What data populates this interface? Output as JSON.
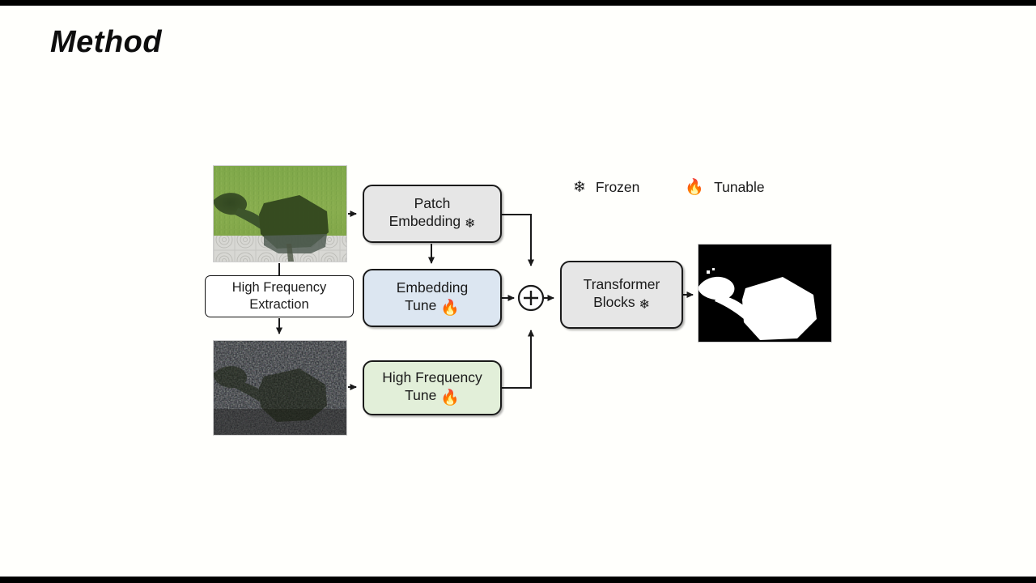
{
  "slide": {
    "title": "Method",
    "background_color": "#fffffc",
    "bar_color": "#000000"
  },
  "legend": {
    "frozen_icon": "❄",
    "frozen_label": "Frozen",
    "tunable_icon": "🔥",
    "tunable_label": "Tunable"
  },
  "diagram": {
    "nodes": {
      "patch_embedding": {
        "line1": "Patch",
        "line2": "Embedding",
        "icon": "❄",
        "state": "Frozen",
        "fill": "#e6e6e6"
      },
      "embedding_tune": {
        "line1": "Embedding",
        "line2": "Tune",
        "icon": "🔥",
        "state": "Tunable",
        "fill": "#dce6f1"
      },
      "high_frequency_tune": {
        "line1": "High Frequency",
        "line2": "Tune",
        "icon": "🔥",
        "state": "Tunable",
        "fill": "#e2efd9"
      },
      "transformer_blocks": {
        "line1": "Transformer",
        "line2": "Blocks",
        "icon": "❄",
        "state": "Frozen",
        "fill": "#e6e6e6"
      },
      "high_frequency_extraction": {
        "line1": "High Frequency",
        "line2": "Extraction",
        "fill": "#ffffff"
      },
      "sum_operator": {
        "symbol": "+"
      }
    },
    "images": {
      "input_image": "grass-with-umbrella-shadow-photo",
      "high_frequency_image": "high-frequency-noise-map",
      "output_mask": "binary-shadow-segmentation-mask"
    }
  }
}
